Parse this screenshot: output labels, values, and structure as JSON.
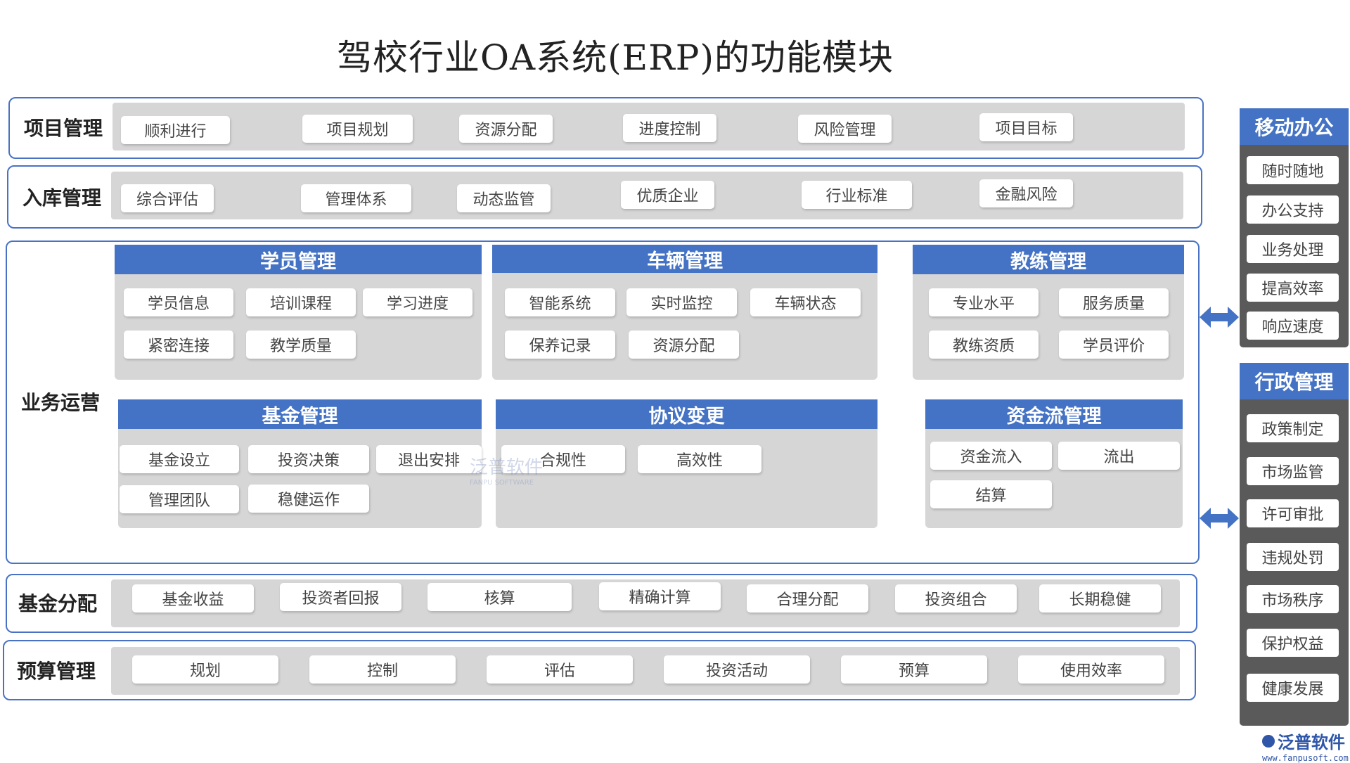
{
  "title": "驾校行业OA系统(ERP)的功能模块",
  "rows": {
    "project": {
      "label": "项目管理",
      "items": [
        "顺利进行",
        "项目规划",
        "资源分配",
        "进度控制",
        "风险管理",
        "项目目标"
      ]
    },
    "storage": {
      "label": "入库管理",
      "items": [
        "综合评估",
        "管理体系",
        "动态监管",
        "优质企业",
        "行业标准",
        "金融风险"
      ]
    },
    "business": {
      "label": "业务运营"
    },
    "fund_dist": {
      "label": "基金分配",
      "items": [
        "基金收益",
        "投资者回报",
        "核算",
        "精确计算",
        "合理分配",
        "投资组合",
        "长期稳健"
      ]
    },
    "budget": {
      "label": "预算管理",
      "items": [
        "规划",
        "控制",
        "评估",
        "投资活动",
        "预算",
        "使用效率"
      ]
    }
  },
  "modules": {
    "student": {
      "title": "学员管理",
      "items": [
        "学员信息",
        "培训课程",
        "学习进度",
        "紧密连接",
        "教学质量"
      ]
    },
    "vehicle": {
      "title": "车辆管理",
      "items": [
        "智能系统",
        "实时监控",
        "车辆状态",
        "保养记录",
        "资源分配"
      ]
    },
    "coach": {
      "title": "教练管理",
      "items": [
        "专业水平",
        "服务质量",
        "教练资质",
        "学员评价"
      ]
    },
    "fund": {
      "title": "基金管理",
      "items": [
        "基金设立",
        "投资决策",
        "退出安排",
        "管理团队",
        "稳健运作"
      ]
    },
    "agreement": {
      "title": "协议变更",
      "items": [
        "合规性",
        "高效性"
      ]
    },
    "cashflow": {
      "title": "资金流管理",
      "items": [
        "资金流入",
        "流出",
        "结算"
      ]
    }
  },
  "side": {
    "mobile": {
      "title": "移动办公",
      "items": [
        "随时随地",
        "办公支持",
        "业务处理",
        "提高效率",
        "响应速度"
      ]
    },
    "admin": {
      "title": "行政管理",
      "items": [
        "政策制定",
        "市场监管",
        "许可审批",
        "违规处罚",
        "市场秩序",
        "保护权益",
        "健康发展"
      ]
    }
  },
  "watermark": {
    "name": "泛普软件",
    "sub": "FANPU SOFTWARE"
  },
  "logo": {
    "name": "泛普软件",
    "url": "www.fanpusoft.com"
  },
  "colors": {
    "accent": "#4472c4",
    "frame": "#4a72c4",
    "panel": "#d6d6d6",
    "side_bg": "#5a5a5a"
  }
}
